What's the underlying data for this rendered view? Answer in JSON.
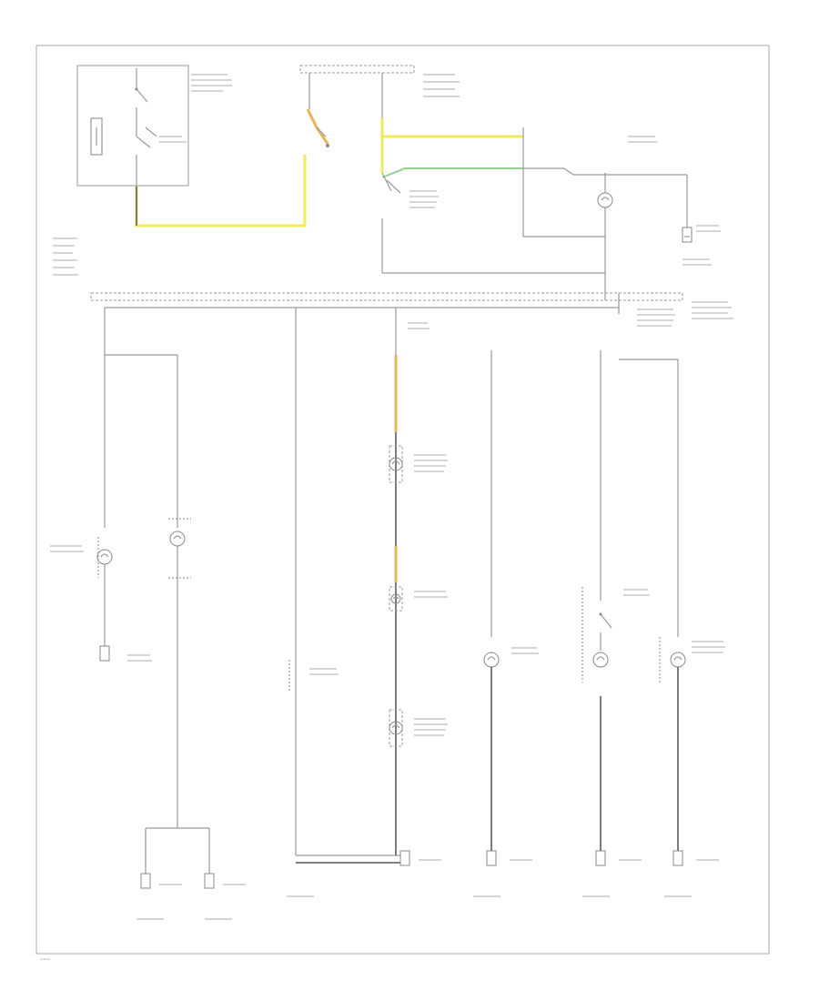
{
  "diagram": {
    "colors": {
      "yellow_wire": "#f2ea5a",
      "green_wire": "#8fd08f",
      "orange_wire": "#e8b35a",
      "line": "#9a9a9a"
    },
    "components": [
      {
        "id": "ignition-switch-assembly",
        "icon": "switch-icon"
      },
      {
        "id": "brake-switch",
        "icon": "switch-icon"
      },
      {
        "id": "light-switch",
        "icon": "switch-icon"
      },
      {
        "id": "lamp-top-right",
        "icon": "bulb-icon"
      },
      {
        "id": "lamp-col-1",
        "icon": "bulb-icon"
      },
      {
        "id": "lamp-col-2",
        "icon": "bulb-icon"
      },
      {
        "id": "lamp-col-4a",
        "icon": "bulb-icon"
      },
      {
        "id": "lamp-col-4b",
        "icon": "bulb-icon"
      },
      {
        "id": "lamp-col-4c",
        "icon": "bulb-icon"
      },
      {
        "id": "lamp-col-5",
        "icon": "bulb-icon"
      },
      {
        "id": "lamp-col-6",
        "icon": "bulb-icon"
      },
      {
        "id": "lamp-col-7",
        "icon": "bulb-icon"
      },
      {
        "id": "door-switch",
        "icon": "switch-icon"
      }
    ]
  }
}
